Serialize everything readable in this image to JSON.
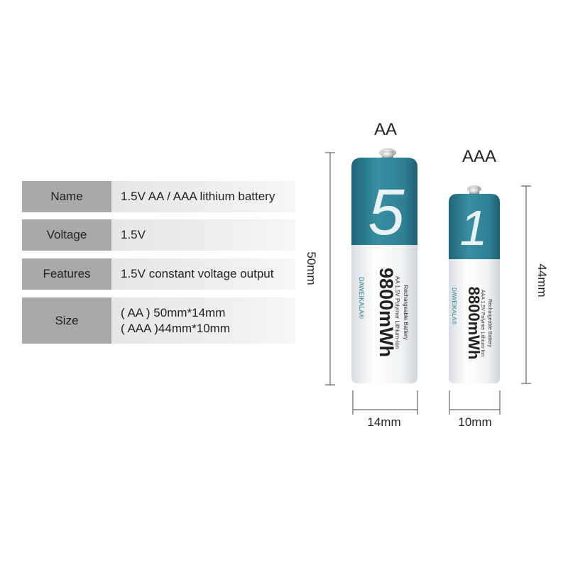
{
  "specs": [
    {
      "label": "Name",
      "values": [
        "1.5V AA / AAA lithium battery"
      ]
    },
    {
      "label": "Voltage",
      "values": [
        "1.5V"
      ]
    },
    {
      "label": "Features",
      "values": [
        "1.5V constant voltage output"
      ]
    },
    {
      "label": "Size",
      "values": [
        "( AA ) 50mm*14mm",
        "( AAA )44mm*10mm"
      ]
    }
  ],
  "batteries": {
    "aa": {
      "type_label": "AA",
      "numeral": "5",
      "brand": "DAWEIKALA®",
      "capacity": "9800mWh",
      "spec_line": "AA 1.5V Polymer Lithium-Ion",
      "subtitle": "Rechargeable Battery",
      "height_label": "50mm",
      "width_label": "14mm"
    },
    "aaa": {
      "type_label": "AAA",
      "numeral": "1",
      "brand": "DAWEIKALA®",
      "capacity": "8800mWh",
      "spec_line": "AAA 1.5V Polymer Lithium-Ion",
      "subtitle": "Rechargeable Battery",
      "height_label": "44mm",
      "width_label": "10mm"
    }
  },
  "colors": {
    "battery_top": "#2f7f93",
    "battery_body": "#f4f5f7",
    "label_cell": "#a9a9a9",
    "value_cell": "#ececec"
  }
}
